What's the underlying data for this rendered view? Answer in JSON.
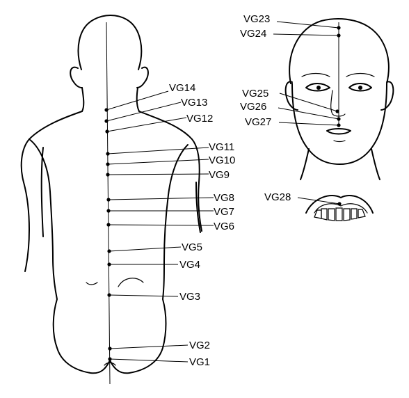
{
  "figure": {
    "points": [
      {
        "id": "VG1"
      },
      {
        "id": "VG2"
      },
      {
        "id": "VG3"
      },
      {
        "id": "VG4"
      },
      {
        "id": "VG5"
      },
      {
        "id": "VG6"
      },
      {
        "id": "VG7"
      },
      {
        "id": "VG8"
      },
      {
        "id": "VG9"
      },
      {
        "id": "VG10"
      },
      {
        "id": "VG11"
      },
      {
        "id": "VG12"
      },
      {
        "id": "VG13"
      },
      {
        "id": "VG14"
      },
      {
        "id": "VG23"
      },
      {
        "id": "VG24"
      },
      {
        "id": "VG25"
      },
      {
        "id": "VG26"
      },
      {
        "id": "VG27"
      },
      {
        "id": "VG28"
      }
    ]
  }
}
